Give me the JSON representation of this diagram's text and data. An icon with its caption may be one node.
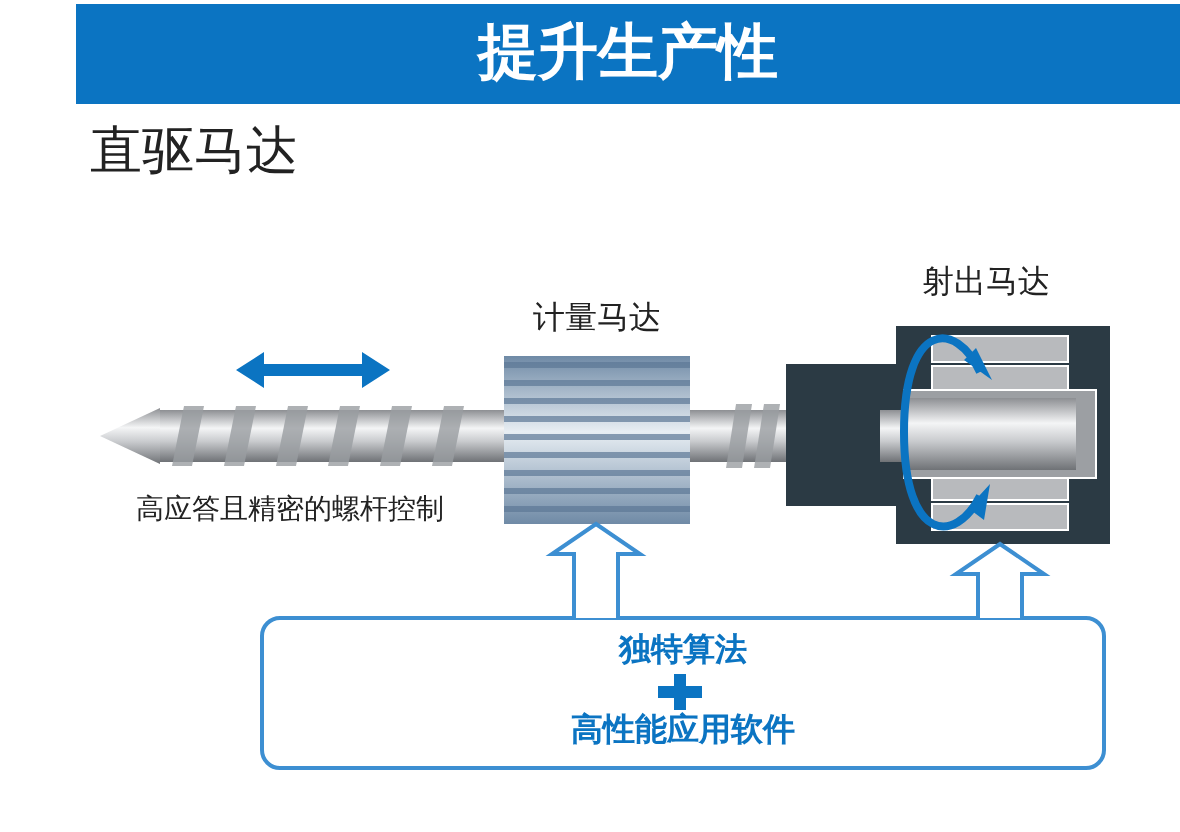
{
  "diagram": {
    "title": "提升生产性",
    "nodes": [
      {
        "text": [
          "独特算法",
          "高性能应用软件"
        ]
      },
      {
        "text": [
          "计量马达"
        ]
      },
      {
        "text": [
          "射出马达"
        ]
      }
    ],
    "edges": [
      {
        "from": 0,
        "to": 1,
        "arrow": "to"
      },
      {
        "from": 0,
        "to": 2,
        "arrow": "to"
      }
    ],
    "labels": [
      "直驱马达",
      "高应答且精密的螺杆控制"
    ]
  }
}
